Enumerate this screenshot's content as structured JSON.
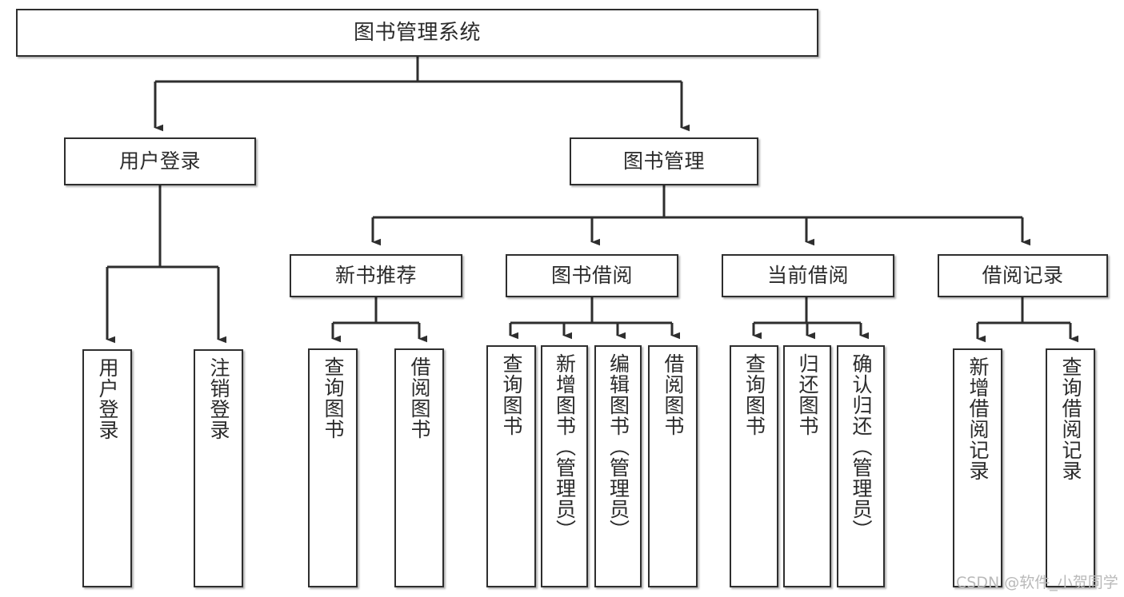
{
  "diagram": {
    "title": "图书管理系统",
    "type": "tree-hierarchy-chart",
    "orientation": "top-down",
    "watermark": "CSDN @软件_小贺同学",
    "colors": {
      "background": "#ffffff",
      "node_border": "#2e2e2e",
      "node_fill": "#ffffff",
      "edge": "#2e2e2e",
      "text": "#2b2b2b",
      "watermark": "#b9b9b9"
    },
    "nodes": {
      "root": {
        "id": "root",
        "label": "图书管理系统",
        "level": 0,
        "text_direction": "horizontal"
      },
      "user_login": {
        "id": "user_login",
        "label": "用户登录",
        "level": 1,
        "text_direction": "horizontal"
      },
      "book_manage": {
        "id": "book_manage",
        "label": "图书管理",
        "level": 1,
        "text_direction": "horizontal"
      },
      "new_book_rec": {
        "id": "new_book_rec",
        "label": "新书推荐",
        "level": 2,
        "text_direction": "horizontal"
      },
      "book_borrow": {
        "id": "book_borrow",
        "label": "图书借阅",
        "level": 2,
        "text_direction": "horizontal"
      },
      "current_borrow": {
        "id": "current_borrow",
        "label": "当前借阅",
        "level": 2,
        "text_direction": "horizontal"
      },
      "borrow_record": {
        "id": "borrow_record",
        "label": "借阅记录",
        "level": 2,
        "text_direction": "horizontal"
      },
      "leaf_user_login": {
        "id": "leaf_user_login",
        "label": "用户登录",
        "level": 2,
        "text_direction": "vertical"
      },
      "leaf_logout": {
        "id": "leaf_logout",
        "label": "注销登录",
        "level": 2,
        "text_direction": "vertical"
      },
      "leaf_query_book_1": {
        "id": "leaf_query_book_1",
        "label": "查询图书",
        "level": 3,
        "text_direction": "vertical"
      },
      "leaf_borrow_book_1": {
        "id": "leaf_borrow_book_1",
        "label": "借阅图书",
        "level": 3,
        "text_direction": "vertical"
      },
      "leaf_query_book_2": {
        "id": "leaf_query_book_2",
        "label": "查询图书",
        "level": 3,
        "text_direction": "vertical"
      },
      "leaf_add_book": {
        "id": "leaf_add_book",
        "label": "新增图书（管理员）",
        "level": 3,
        "text_direction": "vertical"
      },
      "leaf_edit_book": {
        "id": "leaf_edit_book",
        "label": "编辑图书（管理员）",
        "level": 3,
        "text_direction": "vertical"
      },
      "leaf_borrow_book_2": {
        "id": "leaf_borrow_book_2",
        "label": "借阅图书",
        "level": 3,
        "text_direction": "vertical"
      },
      "leaf_query_book_3": {
        "id": "leaf_query_book_3",
        "label": "查询图书",
        "level": 3,
        "text_direction": "vertical"
      },
      "leaf_return_book": {
        "id": "leaf_return_book",
        "label": "归还图书",
        "level": 3,
        "text_direction": "vertical"
      },
      "leaf_confirm_return": {
        "id": "leaf_confirm_return",
        "label": "确认归还（管理员）",
        "level": 3,
        "text_direction": "vertical"
      },
      "leaf_add_record": {
        "id": "leaf_add_record",
        "label": "新增借阅记录",
        "level": 3,
        "text_direction": "vertical"
      },
      "leaf_query_record": {
        "id": "leaf_query_record",
        "label": "查询借阅记录",
        "level": 3,
        "text_direction": "vertical"
      }
    },
    "edges": [
      {
        "from": "root",
        "to": "user_login"
      },
      {
        "from": "root",
        "to": "book_manage"
      },
      {
        "from": "user_login",
        "to": "leaf_user_login"
      },
      {
        "from": "user_login",
        "to": "leaf_logout"
      },
      {
        "from": "book_manage",
        "to": "new_book_rec"
      },
      {
        "from": "book_manage",
        "to": "book_borrow"
      },
      {
        "from": "book_manage",
        "to": "current_borrow"
      },
      {
        "from": "book_manage",
        "to": "borrow_record"
      },
      {
        "from": "new_book_rec",
        "to": "leaf_query_book_1"
      },
      {
        "from": "new_book_rec",
        "to": "leaf_borrow_book_1"
      },
      {
        "from": "book_borrow",
        "to": "leaf_query_book_2"
      },
      {
        "from": "book_borrow",
        "to": "leaf_add_book"
      },
      {
        "from": "book_borrow",
        "to": "leaf_edit_book"
      },
      {
        "from": "book_borrow",
        "to": "leaf_borrow_book_2"
      },
      {
        "from": "current_borrow",
        "to": "leaf_query_book_3"
      },
      {
        "from": "current_borrow",
        "to": "leaf_return_book"
      },
      {
        "from": "current_borrow",
        "to": "leaf_confirm_return"
      },
      {
        "from": "borrow_record",
        "to": "leaf_add_record"
      },
      {
        "from": "borrow_record",
        "to": "leaf_query_record"
      }
    ]
  }
}
